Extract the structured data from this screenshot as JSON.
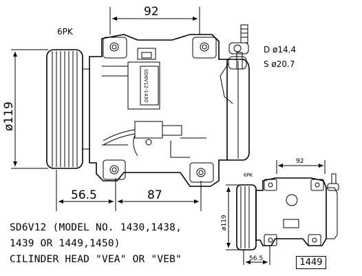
{
  "main_view": {
    "dim_width": "92",
    "dim_pulley": "6PK",
    "dim_diameter": "ø119",
    "dim_offset_left": "56.5",
    "dim_offset_right": "87",
    "port_discharge": "D ø14.4",
    "port_suction": "S ø20.7",
    "label_plate": "SD6V12-1430"
  },
  "thumb_view": {
    "dim_width": "92",
    "dim_pulley": "6PK",
    "dim_diameter": "ø119",
    "dim_offset_left": "56.5"
  },
  "description": {
    "line1": "SD6V12 (MODEL NO. 1430,1438,",
    "line2": "1439 OR 1449,1450)",
    "line3": "CILINDER HEAD \"VEA\" OR \"VEB\""
  },
  "part_number": "1449",
  "colors": {
    "ink": "#000000",
    "background": "#ffffff"
  }
}
